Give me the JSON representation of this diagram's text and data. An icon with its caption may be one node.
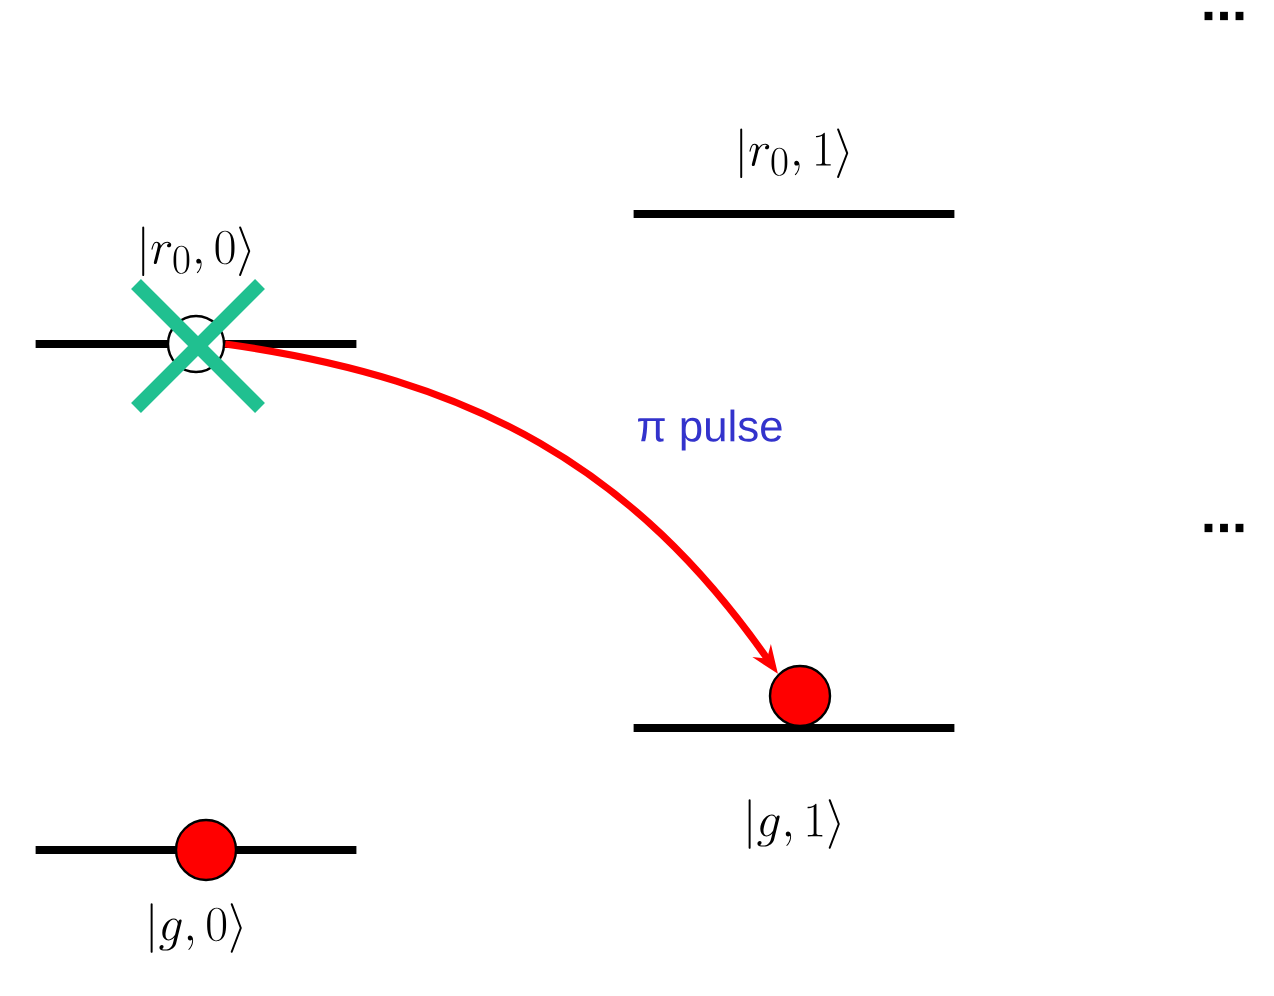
{
  "diagram": {
    "nodes": [
      {
        "text": [
          "|r_0,0\\rangle"
        ]
      },
      {
        "text": [
          "|r_0,1\\rangle"
        ]
      },
      {
        "text": [
          "|g,1\\rangle"
        ]
      },
      {
        "text": [
          "|g,0\\rangle"
        ]
      },
      {
        "text": [],
        "shape": "circle"
      },
      {
        "text": [],
        "shape": "circle"
      },
      {
        "text": [],
        "shape": "circle"
      }
    ],
    "edges": [
      {
        "from": 4,
        "to": 5,
        "arrow": "to",
        "label": "π pulse"
      }
    ],
    "labels": [
      "...",
      "..."
    ]
  }
}
